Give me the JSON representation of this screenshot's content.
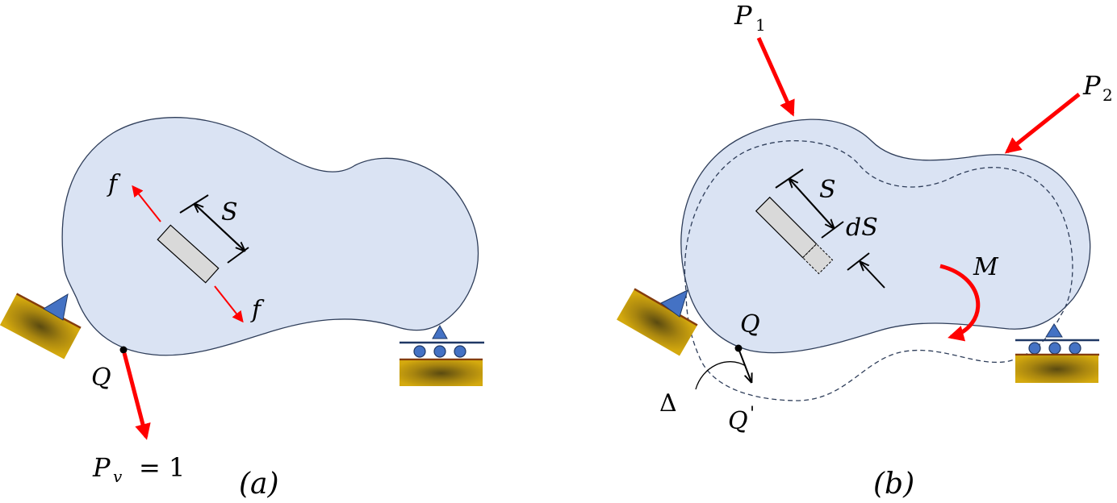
{
  "panel_a": {
    "caption": "(a)",
    "label_f_top": "f",
    "label_f_bottom": "f",
    "label_S": "S",
    "label_Q": "Q",
    "label_Pv": "P",
    "label_Pv_sub": "v",
    "label_Pv_eq": "= 1"
  },
  "panel_b": {
    "caption": "(b)",
    "label_P1": "P",
    "label_P1_sub": "1",
    "label_P2": "P",
    "label_P2_sub": "2",
    "label_S": "S",
    "label_dS": "dS",
    "label_M": "M",
    "label_Q": "Q",
    "label_Qprime": "Q",
    "label_Qprime_mark": "'",
    "label_Delta": "Δ"
  },
  "colors": {
    "body_fill": "#dae3f3",
    "load_arrow": "#ff0000",
    "support_blue": "#4472c4",
    "ground_gold": "#c59a0a"
  }
}
